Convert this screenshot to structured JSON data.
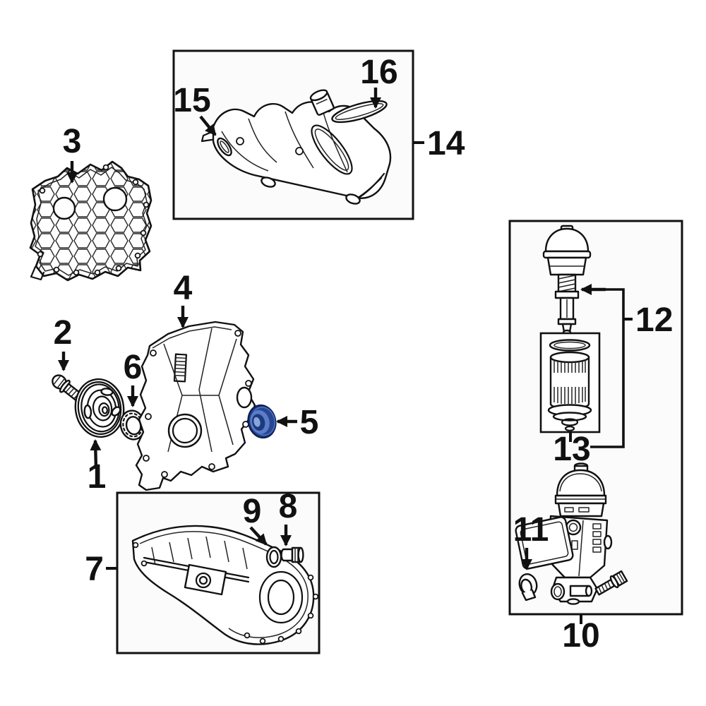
{
  "colors": {
    "background": "#ffffff",
    "box_fill": "#fbfbfb",
    "line": "#111111",
    "highlight_outer": "#27468f",
    "highlight_mid": "#5b7cc9",
    "highlight_core": "#1d3a7d",
    "highlight_glint": "#8aa4dc"
  },
  "callouts": [
    {
      "label": "1"
    },
    {
      "label": "2"
    },
    {
      "label": "3"
    },
    {
      "label": "4"
    },
    {
      "label": "5"
    },
    {
      "label": "6"
    },
    {
      "label": "7"
    },
    {
      "label": "8"
    },
    {
      "label": "9"
    },
    {
      "label": "10"
    },
    {
      "label": "11"
    },
    {
      "label": "12"
    },
    {
      "label": "13"
    },
    {
      "label": "14"
    },
    {
      "label": "15"
    },
    {
      "label": "16"
    }
  ]
}
